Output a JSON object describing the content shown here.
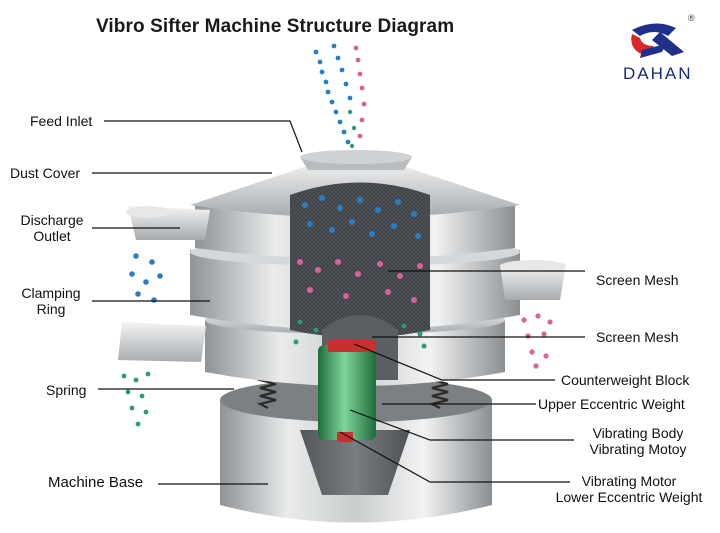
{
  "title": "Vibro Sifter Machine Structure Diagram",
  "brand": {
    "name": "DAHAN",
    "registered_mark": "®",
    "colors": {
      "blue": "#1e2f8c",
      "red": "#d8262b"
    }
  },
  "left_labels": {
    "feed_inlet": "Feed Inlet",
    "dust_cover": "Dust Cover",
    "discharge_outlet_1": "Discharge",
    "discharge_outlet_2": "Outlet",
    "clamping_ring_1": "Clamping",
    "clamping_ring_2": "Ring",
    "spring": "Spring",
    "machine_base": "Machine Base"
  },
  "right_labels": {
    "screen_mesh_upper": "Screen Mesh",
    "screen_mesh_lower": "Screen Mesh",
    "counterweight_block": "Counterweight Block",
    "upper_eccentric_weight": "Upper Eccentric Weight",
    "vibrating_body": "Vibrating Body",
    "vibrating_motoy": "Vibrating Motoy",
    "vibrating_motor": "Vibrating Motor",
    "lower_eccentric_weight": "Lower Eccentric Weight"
  },
  "particle_colors": {
    "blue": "#2a7fc4",
    "pink": "#d9619c",
    "green": "#2e9a76"
  }
}
